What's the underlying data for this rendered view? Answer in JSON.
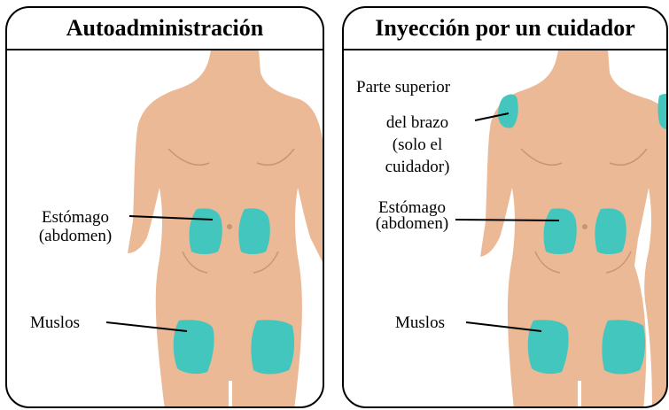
{
  "panels": [
    {
      "title": "Autoadministración",
      "labels": {
        "stomach_line1": "Estómago",
        "stomach_line2": "(abdomen)",
        "thighs": "Muslos"
      }
    },
    {
      "title": "Inyección por un cuidador",
      "labels": {
        "upper_arm_line1": "Parte superior",
        "upper_arm_line2": "del brazo",
        "upper_arm_line3": "(solo el",
        "upper_arm_line4": "cuidador)",
        "stomach_line1": "Estómago",
        "stomach_line2": "(abdomen)",
        "thighs": "Muslos"
      }
    }
  ],
  "colors": {
    "skin": "#ebb995",
    "skin_shadow": "#c99474",
    "injection_site": "#43c6bd",
    "border": "#000000"
  }
}
